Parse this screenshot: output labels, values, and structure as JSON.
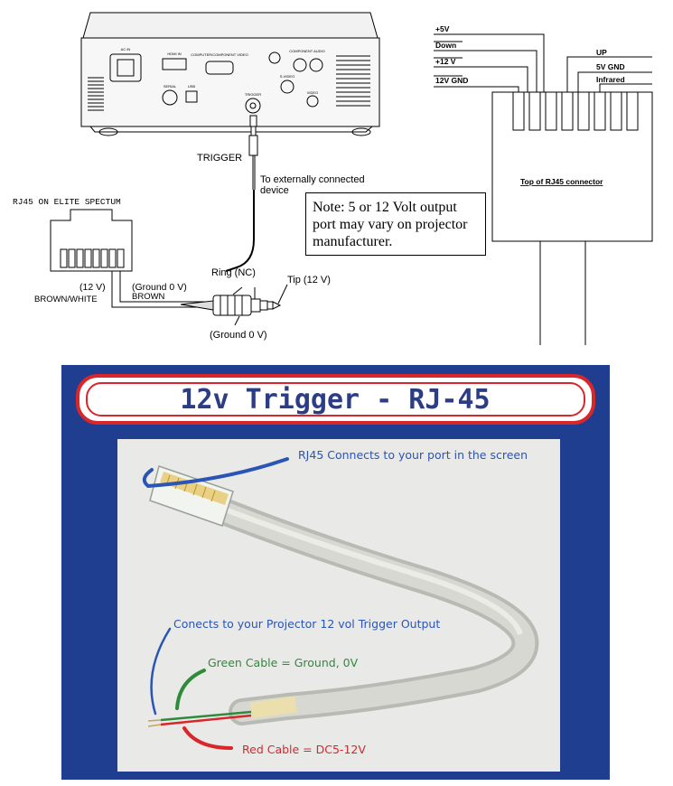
{
  "projector": {
    "port_labels": [
      "AC IN",
      "HDMI IN",
      "COMPUTER/COMPONENT VIDEO",
      "COMPONENT AUDIO",
      "SERIAL",
      "USB",
      "TRIGGER",
      "S-VIDEO",
      "VIDEO"
    ],
    "trigger_label": "TRIGGER",
    "external_device_label_lines": [
      "To externally connected",
      "device"
    ]
  },
  "rj45_wiring": {
    "title": "RJ45 ON ELITE SPECTUM",
    "pin12v_label": "(12 V)",
    "brown_white_label": "BROWN/WHITE",
    "ground_label": "(Ground 0 V)",
    "brown_label": "BROWN"
  },
  "jack_plug": {
    "ring_label": "Ring (NC)",
    "tip_label": "Tip (12 V)",
    "sleeve_label": "(Ground 0 V)"
  },
  "note": {
    "text": "Note: 5 or 12 Volt output port may vary on projector manufacturer."
  },
  "rj45_pinout": {
    "left_labels": [
      "+5V",
      "Down",
      "+12 V",
      "12V GND"
    ],
    "right_labels": [
      "UP",
      "5V GND",
      "Infrared"
    ],
    "connector_caption": "Top of RJ45 connector"
  },
  "poster": {
    "title": "12v Trigger - RJ-45",
    "rj45_caption": "RJ45 Connects to your port in the screen",
    "projector_caption": "Conects to your Projector 12 vol Trigger Output",
    "green_caption": "Green Cable = Ground, 0V",
    "red_caption": "Red Cable = DC5-12V",
    "colors": {
      "background": "#1f3e8f",
      "title_text": "#2c3d86",
      "red_accent": "#d8262b",
      "blue_caption": "#2a55b5",
      "green_caption": "#2e8b3a",
      "red_caption": "#d8262b"
    }
  }
}
